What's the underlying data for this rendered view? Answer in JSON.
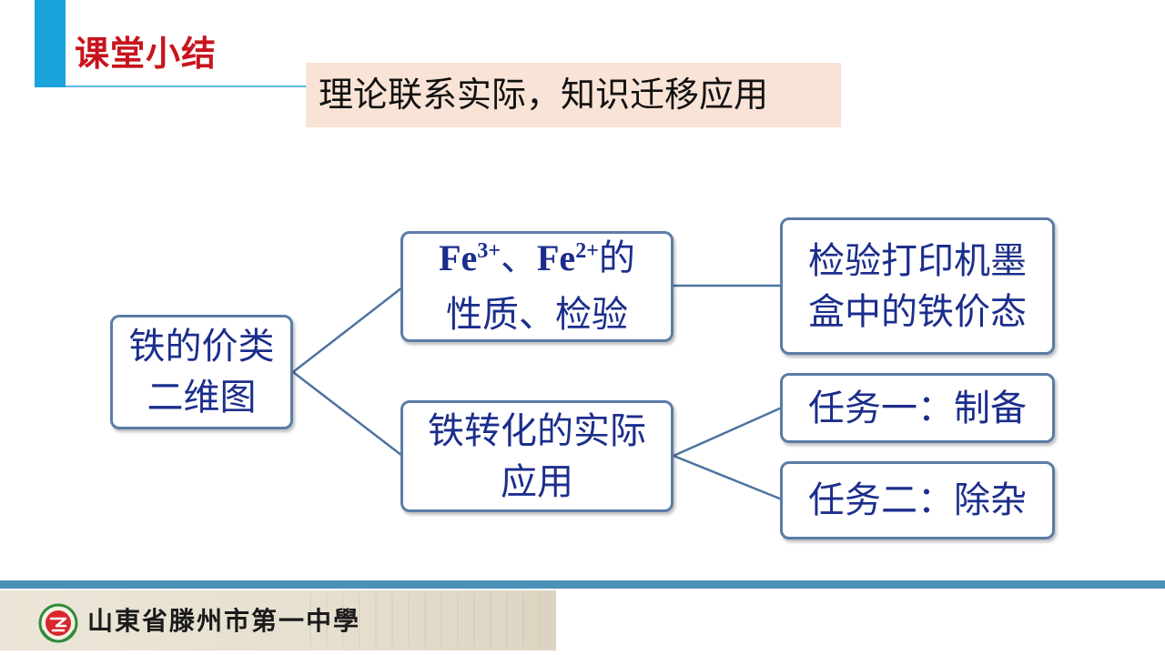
{
  "header": {
    "title": "课堂小结",
    "subtitle": "理论联系实际，知识迁移应用",
    "accent_color": "#1aa3dc",
    "title_color": "#c8141e",
    "subtitle_bg": "#f8e3d6"
  },
  "diagram": {
    "node_text_color": "#1c2e8c",
    "node_border_color": "#5b7ca8",
    "nodes": {
      "root": {
        "line1": "铁的价类",
        "line2": "二维图"
      },
      "properties": {
        "species1_base": "Fe",
        "species1_charge": "3+",
        "separator": "、",
        "species2_base": "Fe",
        "species2_charge": "2+",
        "line1_suffix": "的",
        "line2": "性质、检验"
      },
      "application": {
        "line1": "铁转化的实际",
        "line2": "应用"
      },
      "printer": {
        "line1": "检验打印机墨",
        "line2": "盒中的铁价态"
      },
      "task1": {
        "label": "任务一：制备"
      },
      "task2": {
        "label": "任务二：除杂"
      }
    },
    "edges": [
      {
        "from": "root",
        "to": "properties"
      },
      {
        "from": "root",
        "to": "application"
      },
      {
        "from": "properties",
        "to": "printer"
      },
      {
        "from": "application",
        "to": "task1"
      },
      {
        "from": "application",
        "to": "task2"
      }
    ]
  },
  "footer": {
    "school_name": "山東省滕州市第一中學",
    "band_color": "#4b90b6"
  }
}
